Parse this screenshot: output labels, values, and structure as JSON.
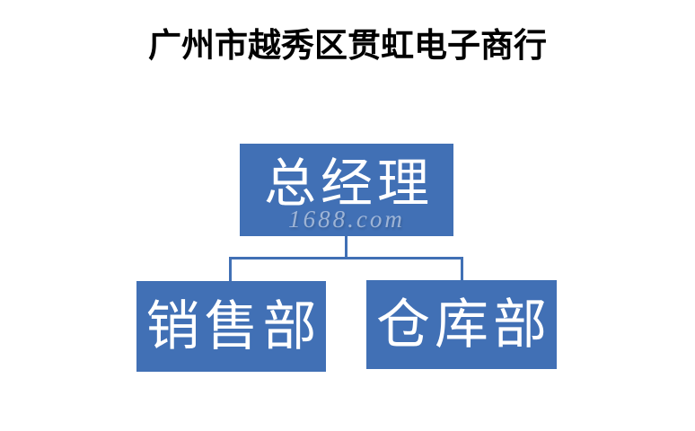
{
  "page": {
    "title": "广州市越秀区贯虹电子商行"
  },
  "watermark": {
    "text": "1688.com"
  },
  "org_chart": {
    "type": "org-tree",
    "root": {
      "label": "总经理"
    },
    "children": [
      {
        "label": "销售部"
      },
      {
        "label": "仓库部"
      }
    ]
  },
  "colors": {
    "box_fill": "#4170B5",
    "connector": "#4170B5",
    "box_text": "#FFFFFF",
    "title_text": "#000000",
    "background": "#FFFFFF",
    "watermark_text": "rgba(238,243,250,0.55)"
  }
}
